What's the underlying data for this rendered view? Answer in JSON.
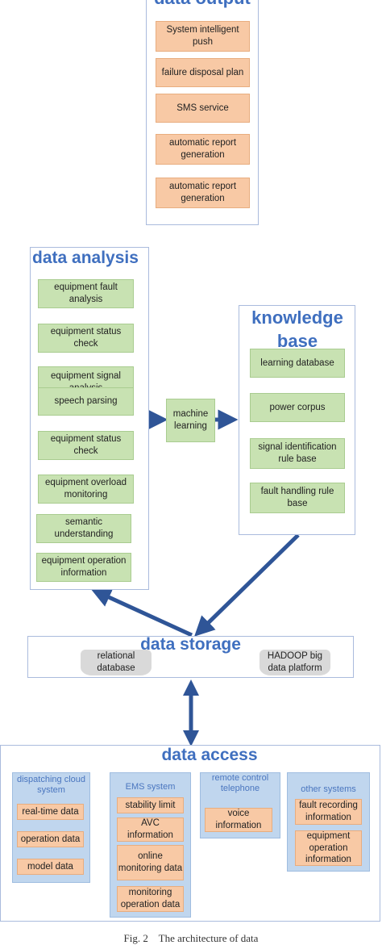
{
  "output": {
    "title": "data output",
    "items": [
      "System intelligent push",
      "failure disposal plan",
      "SMS service",
      "automatic report generation",
      "automatic report generation"
    ]
  },
  "analysis": {
    "title": "data analysis",
    "items": [
      "equipment fault analysis",
      "equipment status check",
      "equipment signal analysis",
      "speech parsing",
      "equipment status check",
      "equipment overload monitoring",
      "semantic understanding",
      "equipment operation information"
    ]
  },
  "ml": {
    "label": "machine learning"
  },
  "knowledge": {
    "title": "knowledge base",
    "items": [
      "learning database",
      "power corpus",
      "signal identification rule base",
      "fault handling rule base"
    ]
  },
  "storage": {
    "title": "data storage",
    "left": "relational database",
    "right": "HADOOP big data platform"
  },
  "access": {
    "title": "data access",
    "dispatching": {
      "label": "dispatching cloud system",
      "items": [
        "real-time data",
        "operation data",
        "model data"
      ]
    },
    "ems": {
      "label": "EMS system",
      "items": [
        "stability limit",
        "AVC information",
        "online monitoring data",
        "monitoring operation data"
      ]
    },
    "remote": {
      "label": "remote control telephone",
      "items": [
        "voice information"
      ]
    },
    "other": {
      "label": "other systems",
      "items": [
        "fault recording information",
        "equipment operation information"
      ]
    }
  },
  "caption": "Fig. 2    The architecture of data"
}
